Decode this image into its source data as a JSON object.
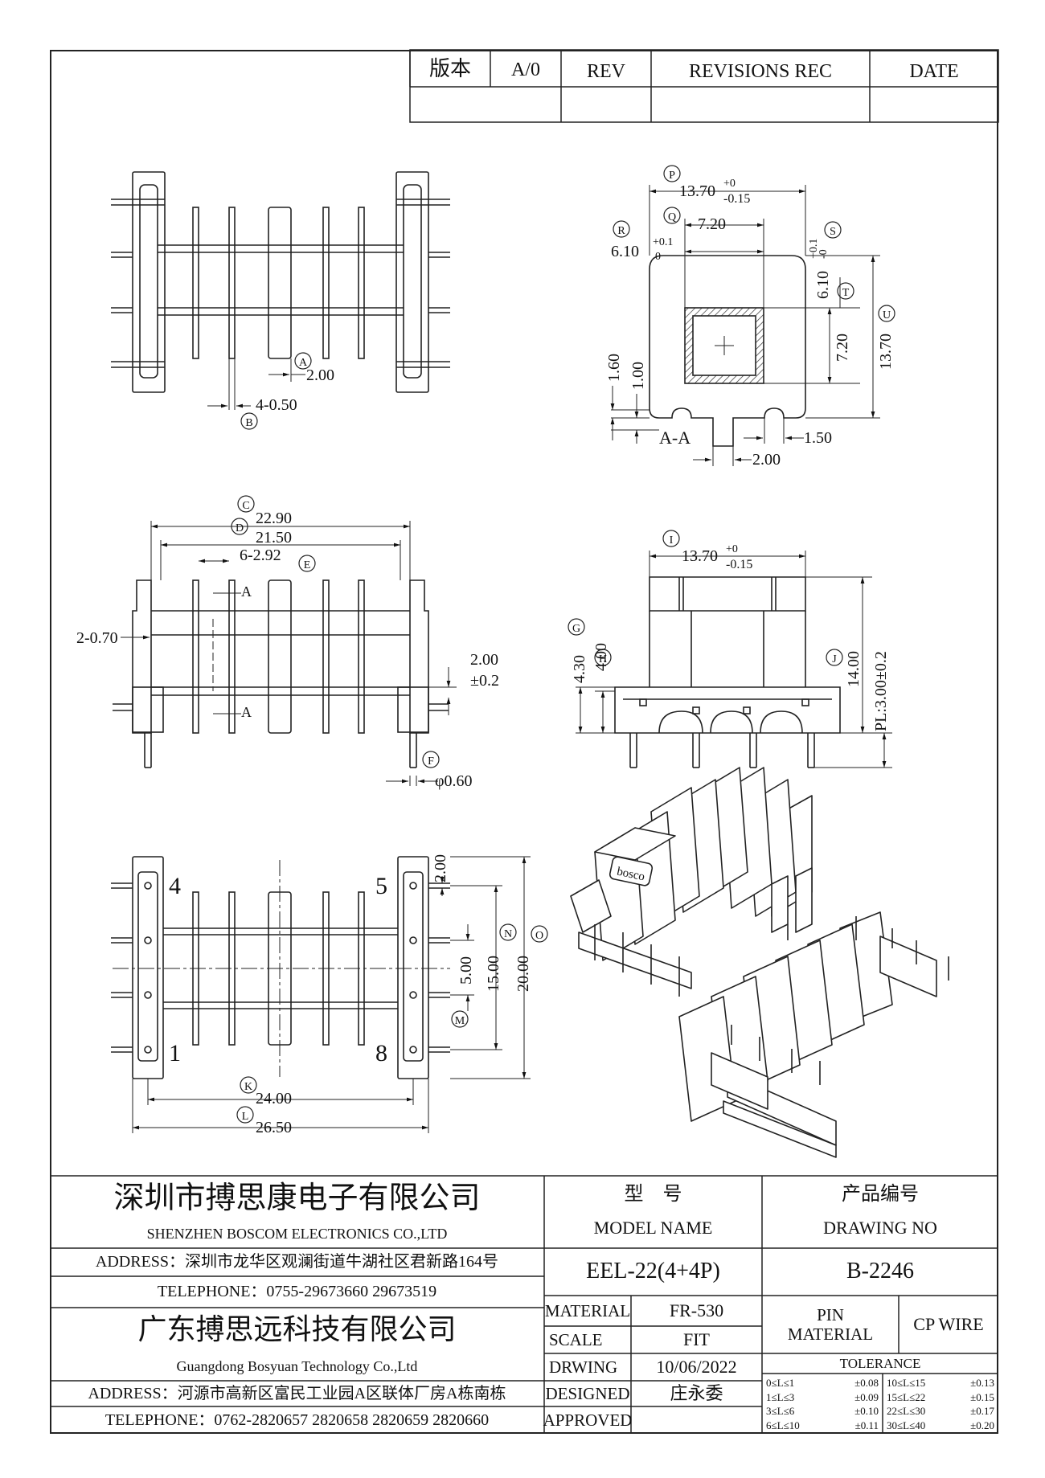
{
  "revision_block": {
    "version_label": "版本",
    "version_value": "A/0",
    "rev_header": "REV",
    "revisions_header": "REVISIONS REC",
    "date_header": "DATE"
  },
  "views": {
    "top_left": {
      "callout_a": "A",
      "dim_a": "2.00",
      "callout_b": "B",
      "dim_b": "4-0.50"
    },
    "top_right": {
      "callout_p": "P",
      "dim_p": "13.70",
      "tol_p_plus": "+0",
      "tol_p_minus": "-0.15",
      "callout_q": "Q",
      "dim_q": "7.20",
      "callout_r": "R",
      "dim_r": "6.10",
      "tol_r_plus": "+0.1",
      "tol_r_minus": "0",
      "callout_s": "S",
      "dim_s": "6.10",
      "tol_s_plus": "+0.1",
      "tol_s_minus": "-0",
      "callout_t": "T",
      "dim_t": "7.20",
      "callout_u": "U",
      "dim_u": "13.70",
      "dim_160": "1.60",
      "dim_100": "1.00",
      "section_label": "A-A",
      "dim_150": "1.50",
      "dim_200": "2.00"
    },
    "mid_left": {
      "callout_c": "C",
      "dim_c": "22.90",
      "callout_d": "D",
      "dim_d": "21.50",
      "callout_e": "E",
      "dim_e": "6-2.92",
      "section_a_top": "A",
      "section_a_bottom": "A",
      "dim_070": "2-0.70",
      "dim_200": "2.00",
      "tol_200": "±0.2",
      "callout_f": "F",
      "dim_f": "φ0.60"
    },
    "mid_right": {
      "callout_i": "I",
      "dim_i": "13.70",
      "tol_i_plus": "+0",
      "tol_i_minus": "-0.15",
      "callout_g": "G",
      "dim_g": "4.30",
      "callout_h": "H",
      "dim_h": "4.00",
      "callout_j": "J",
      "dim_j": "14.00",
      "dim_pl": "PL:3.00±0.2"
    },
    "bottom_left": {
      "pin_4": "4",
      "pin_5": "5",
      "pin_1": "1",
      "pin_8": "8",
      "dim_2": "2.00",
      "callout_m": "M",
      "dim_m": "5.00",
      "callout_n": "N",
      "dim_n": "15.00",
      "callout_o": "O",
      "dim_o": "20.00",
      "callout_k": "K",
      "dim_k": "24.00",
      "callout_l": "L",
      "dim_l": "26.50"
    },
    "iso_label": "bosco"
  },
  "title_block": {
    "company1_cn": "深圳市搏思康电子有限公司",
    "company1_en": "SHENZHEN BOSCOM ELECTRONICS CO.,LTD",
    "address1": "ADDRESS：深圳市龙华区观澜街道牛湖社区君新路164号",
    "telephone1": "TELEPHONE：0755-29673660 29673519",
    "company2_cn": "广东搏思远科技有限公司",
    "company2_en": "Guangdong Bosyuan Technology Co.,Ltd",
    "address2": "ADDRESS：河源市高新区富民工业园A区联体厂房A栋南栋",
    "telephone2": "TELEPHONE：0762-2820657 2820658 2820659 2820660",
    "model_cn": "型　号",
    "model_en": "MODEL NAME",
    "model_value": "EEL-22(4+4P)",
    "drawing_cn": "产品编号",
    "drawing_en": "DRAWING NO",
    "drawing_value": "B-2246",
    "material_label": "MATERIAL",
    "material_value": "FR-530",
    "scale_label": "SCALE",
    "scale_value": "FIT",
    "drwing_label": "DRWING",
    "drwing_value": "10/06/2022",
    "designed_label": "DESIGNED",
    "designed_value": "庄永委",
    "approved_label": "APPROVED",
    "approved_value": "",
    "pin_material_label": "PIN\nMATERIAL",
    "pin_material_value": "CP WIRE",
    "tolerance_label": "TOLERANCE",
    "tolerances": [
      {
        "range": "0≤L≤1",
        "tol": "±0.08"
      },
      {
        "range": "1≤L≤3",
        "tol": "±0.09"
      },
      {
        "range": "3≤L≤6",
        "tol": "±0.10"
      },
      {
        "range": "6≤L≤10",
        "tol": "±0.11"
      },
      {
        "range": "10≤L≤15",
        "tol": "±0.13"
      },
      {
        "range": "15≤L≤22",
        "tol": "±0.15"
      },
      {
        "range": "22≤L≤30",
        "tol": "±0.17"
      },
      {
        "range": "30≤L≤40",
        "tol": "±0.20"
      }
    ]
  }
}
